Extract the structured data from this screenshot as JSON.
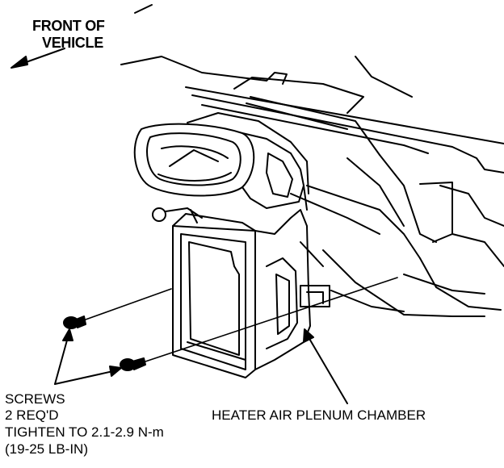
{
  "labels": {
    "front_line1": "FRONT OF",
    "front_line2": "VEHICLE",
    "screws_line1": "SCREWS",
    "screws_line2": "2 REQ'D",
    "screws_line3": "TIGHTEN TO 2.1-2.9 N-m",
    "screws_line4": "(19-25 LB-IN)",
    "chamber": "HEATER AIR PLENUM CHAMBER"
  },
  "colors": {
    "ink": "#000000",
    "paper": "#ffffff"
  }
}
